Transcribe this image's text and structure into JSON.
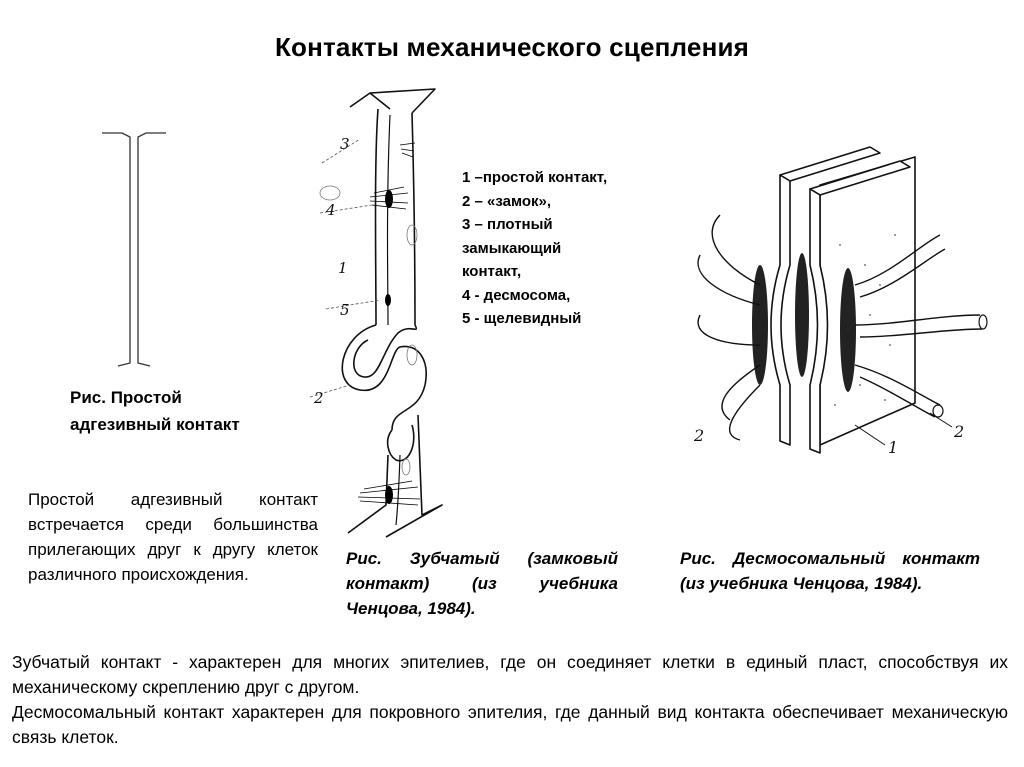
{
  "title": "Контакты механического сцепления",
  "simple_contact": {
    "caption": "Рис. Простой адгезивный контакт",
    "description": "Простой адгезивный контакт встречается среди большинства прилегающих друг к другу клеток различного происхождения."
  },
  "zub_contact": {
    "legend": [
      "1 –простой контакт,",
      "2 – «замок»,",
      "3 – плотный",
      "замыкающий",
      "контакт,",
      "4 - десмосома,",
      "5 -  щелевидный"
    ],
    "figure_labels": [
      "3",
      "4",
      "1",
      "5",
      "2"
    ],
    "caption": "Рис. Зубчатый (замковый контакт) (из учебника Ченцова, 1984)."
  },
  "desmosome_contact": {
    "figure_labels": [
      "2",
      "1",
      "2"
    ],
    "caption": "Рис. Десмосомальный контакт (из учебника Ченцова, 1984)."
  },
  "bottom_text": {
    "paragraph_1": "Зубчатый контакт - характерен для многих эпителиев, где он соединяет клетки в единый пласт, способствуя их механическому скреплению друг с другом.",
    "paragraph_2": "Десмосомальный контакт характерен для покровного эпителия, где данный вид контакта обеспечивает механическую связь клеток."
  }
}
